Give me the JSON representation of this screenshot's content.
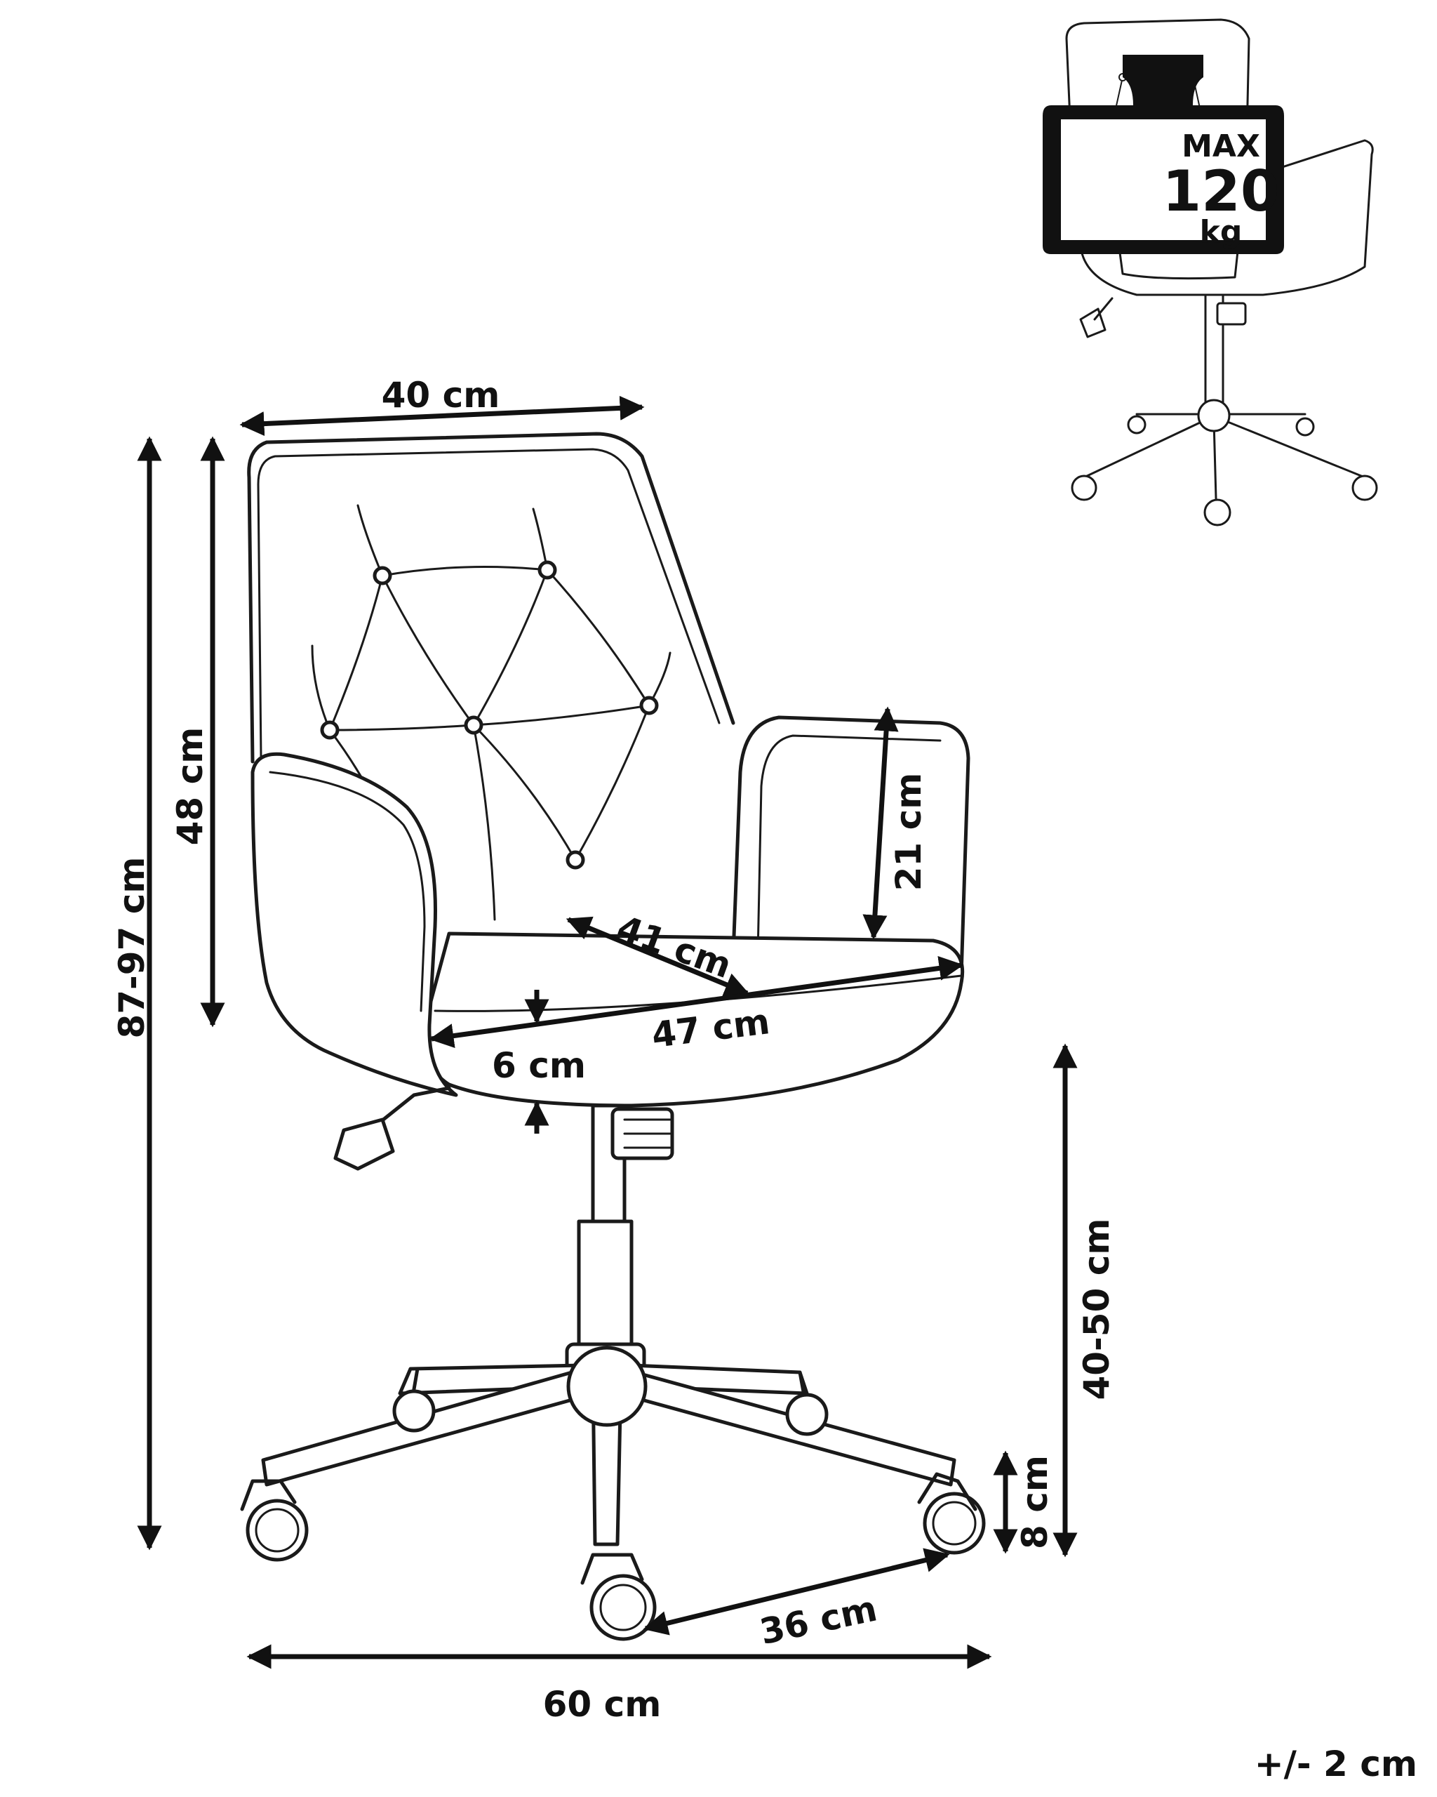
{
  "dimensions": {
    "backrest_width": "40 cm",
    "total_height": "87-97 cm",
    "backrest_height": "48 cm",
    "armrest_height": "21 cm",
    "seat_depth": "41 cm",
    "seat_width": "47 cm",
    "seat_thickness": "6 cm",
    "seat_height": "40-50 cm",
    "caster_height": "8 cm",
    "leg_span": "36 cm",
    "base_width": "60 cm"
  },
  "weight_badge": {
    "line1": "MAX",
    "line2": "120",
    "line3": "kg"
  },
  "tolerance": "+/- 2 cm",
  "colors": {
    "line": "#1a1a1a",
    "background": "#ffffff"
  }
}
